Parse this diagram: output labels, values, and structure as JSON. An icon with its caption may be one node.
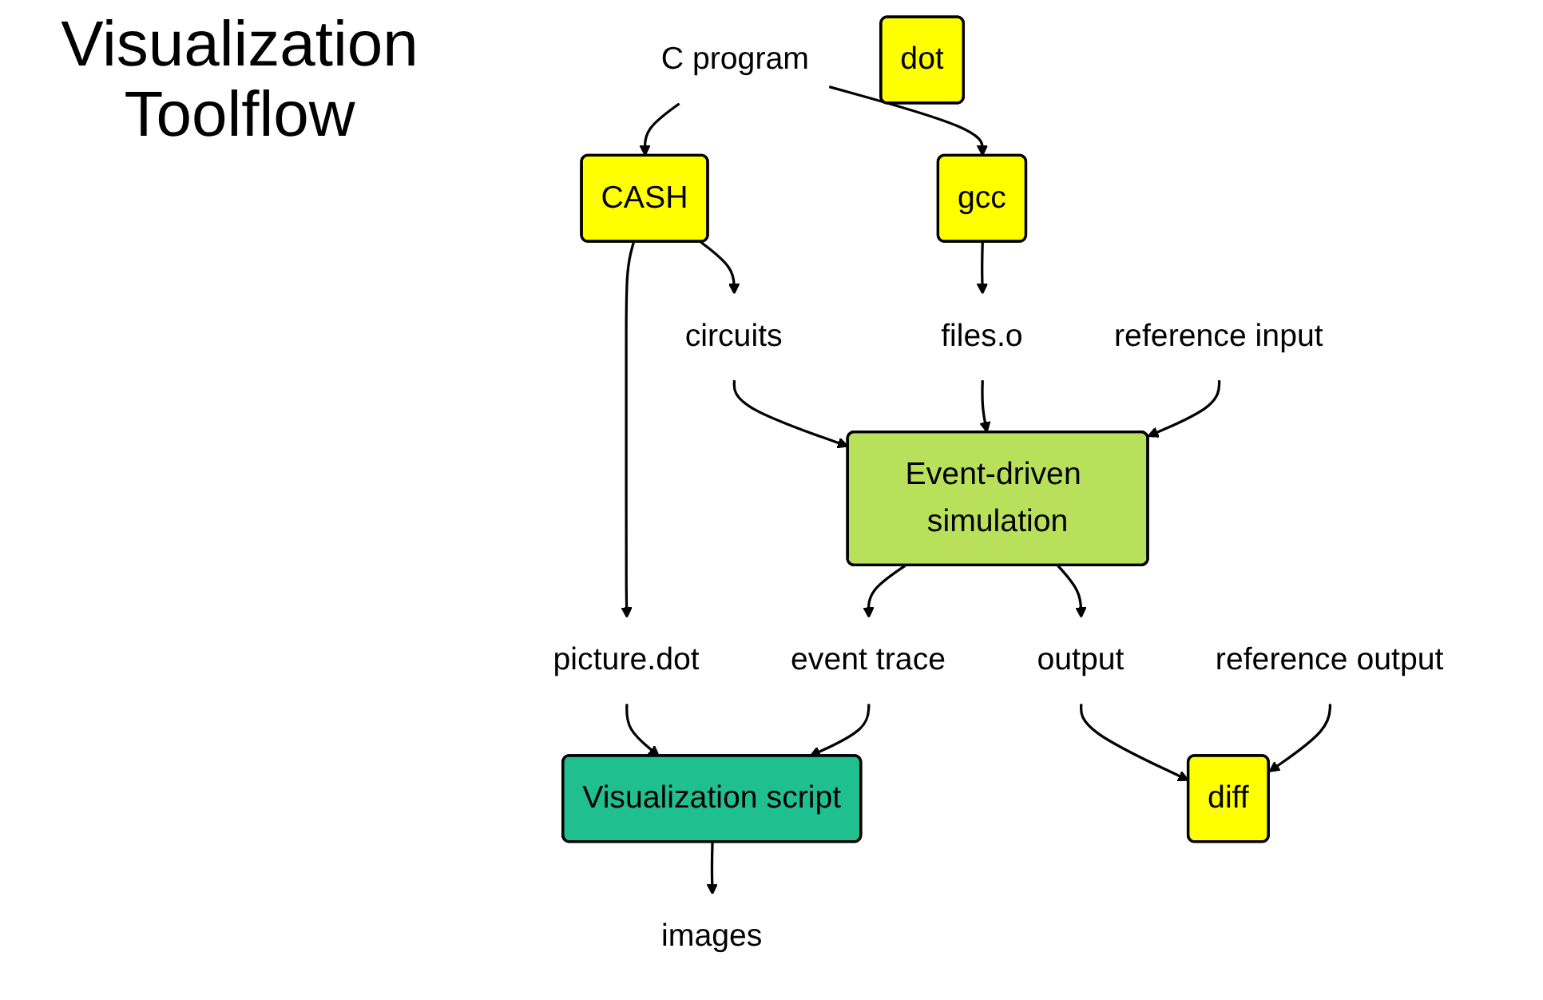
{
  "diagram": {
    "title": "Visualization Toolflow",
    "nodes": [
      {
        "text": [
          "C program"
        ]
      },
      {
        "text": [
          "CASH"
        ]
      },
      {
        "text": [
          "gcc"
        ]
      },
      {
        "text": [
          "picture.dot"
        ]
      },
      {
        "text": [
          "Visualization script"
        ]
      },
      {
        "text": [
          "dot"
        ]
      },
      {
        "text": [
          "images"
        ]
      },
      {
        "text": [
          "circuits"
        ]
      },
      {
        "text": [
          "files.o"
        ]
      },
      {
        "text": [
          "Event-driven simulation"
        ]
      },
      {
        "text": [
          "event trace"
        ]
      },
      {
        "text": [
          "reference input"
        ]
      },
      {
        "text": [
          "output"
        ]
      },
      {
        "text": [
          "diff"
        ]
      },
      {
        "text": [
          "reference output"
        ]
      }
    ],
    "edges": [
      {
        "from": 0,
        "to": 1,
        "arrow": "to"
      },
      {
        "from": 0,
        "to": 2,
        "arrow": "to"
      },
      {
        "from": 1,
        "to": 3,
        "arrow": "to"
      },
      {
        "from": 3,
        "to": 4,
        "arrow": "to"
      },
      {
        "from": 4,
        "to": 6,
        "arrow": "to"
      },
      {
        "from": 10,
        "to": 4,
        "arrow": "to"
      },
      {
        "from": 1,
        "to": 7,
        "arrow": "to"
      },
      {
        "from": 2,
        "to": 8,
        "arrow": "to"
      },
      {
        "from": 7,
        "to": 9,
        "arrow": "to"
      },
      {
        "from": 8,
        "to": 9,
        "arrow": "to"
      },
      {
        "from": 9,
        "to": 10,
        "arrow": "to"
      },
      {
        "from": 11,
        "to": 9,
        "arrow": "to"
      },
      {
        "from": 9,
        "to": 12,
        "arrow": "to"
      },
      {
        "from": 12,
        "to": 13,
        "arrow": "to"
      },
      {
        "from": 14,
        "to": 13,
        "arrow": "to"
      }
    ]
  }
}
